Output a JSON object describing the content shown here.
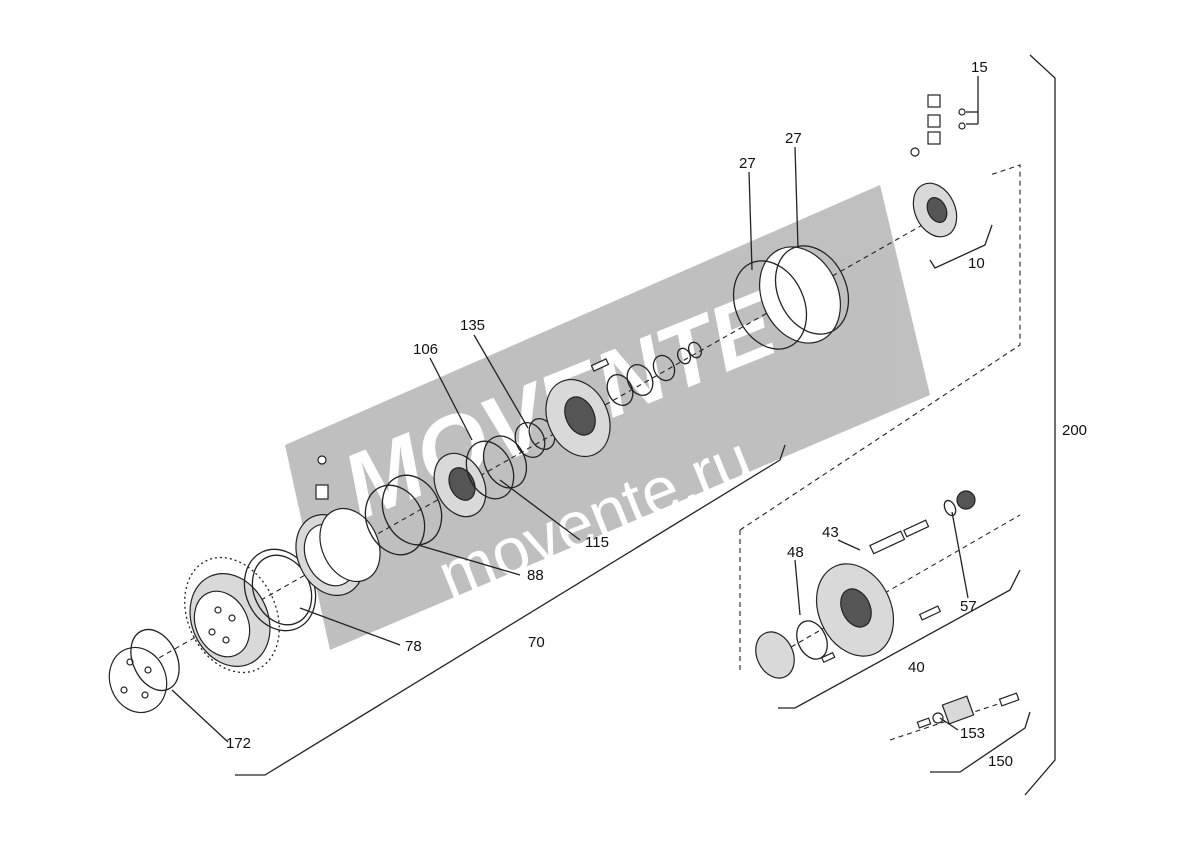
{
  "watermark": {
    "brand": "MOVENTE",
    "site": "movente.ru",
    "color": "#8c8c8c"
  },
  "callouts": {
    "c15": "15",
    "c27a": "27",
    "c27b": "27",
    "c10": "10",
    "c135": "135",
    "c106": "106",
    "c200": "200",
    "c43": "43",
    "c48": "48",
    "c115": "115",
    "c88": "88",
    "c57": "57",
    "c78": "78",
    "c70": "70",
    "c40": "40",
    "c172": "172",
    "c153": "153",
    "c150": "150"
  }
}
